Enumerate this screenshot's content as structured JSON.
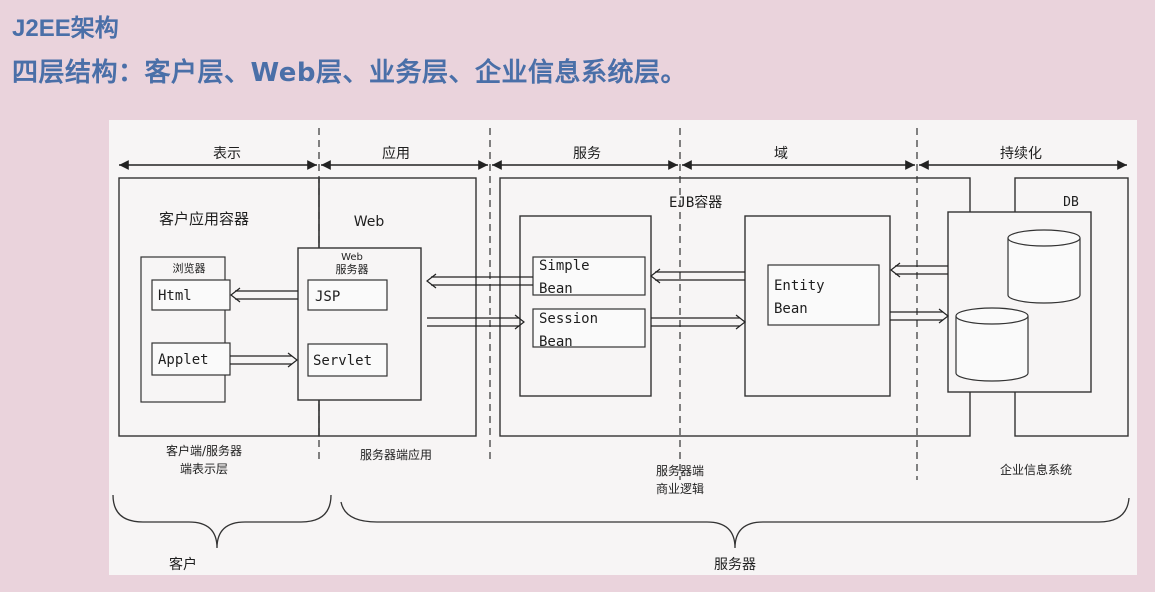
{
  "slide": {
    "title": "J2EE架构",
    "subtitle": "四层结构：客户层、Web层、业务层、企业信息系统层。"
  },
  "diagram": {
    "sections": [
      "表示",
      "应用",
      "服务",
      "域",
      "持续化"
    ],
    "client_container": {
      "title": "客户应用容器",
      "browser": "浏览器",
      "html": "Html",
      "applet": "Applet",
      "caption_line1": "客户端/服务器",
      "caption_line2": "端表示层"
    },
    "web": {
      "title": "Web",
      "server_line1": "Web",
      "server_line2": "服务器",
      "jsp": "JSP",
      "servlet": "Servlet",
      "caption": "服务器端应用"
    },
    "ejb": {
      "title": "EJB容器",
      "simple_bean_line1": "Simple",
      "simple_bean_line2": "Bean",
      "session_bean_line1": "Session",
      "session_bean_line2": "Bean",
      "entity_bean_line1": "Entity",
      "entity_bean_line2": "Bean",
      "caption_line1": "服务器端",
      "caption_line2": "商业逻辑"
    },
    "db": {
      "title": "DB",
      "caption": "企业信息系统"
    },
    "bottom": {
      "client": "客户",
      "server": "服务器"
    }
  }
}
